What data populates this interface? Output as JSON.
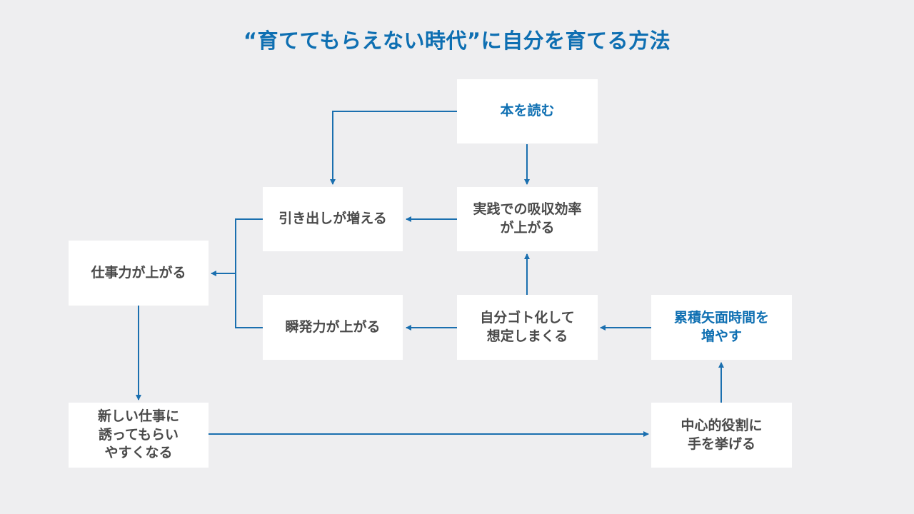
{
  "title": "“育ててもらえない時代”に自分を育てる方法",
  "colors": {
    "background": "#eeeef0",
    "box": "#ffffff",
    "accent": "#0e6fb2",
    "text": "#4a4a4a",
    "arrow": "#1a6faf"
  },
  "nodes": {
    "read_books": "本を読む",
    "absorption": "実践での吸収効率\nが上がる",
    "drawers": "引き出しが増える",
    "work_power": "仕事力が上がる",
    "burst_power": "瞬発力が上がる",
    "self_simulation": "自分ゴト化して\n想定しまくる",
    "facing_time": "累積矢面時間を\n増やす",
    "new_work": "新しい仕事に\n誘ってもらい\nやすくなる",
    "central_role": "中心的役割に\n手を挙げる"
  }
}
